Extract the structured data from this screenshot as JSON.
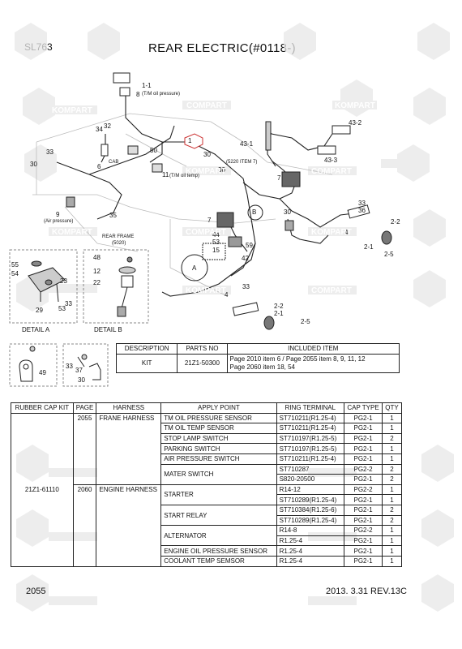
{
  "header": {
    "model": "SL763",
    "title": "REAR ELECTRIC(#0118-)"
  },
  "watermarks": {
    "a": "KOMPART",
    "b": "COMPART"
  },
  "diagram": {
    "callouts": {
      "c1_1": "1-1",
      "c1_1_note": "(T/M oil pressure)",
      "c8": "8",
      "c34": "34",
      "c32": "32",
      "c33a": "33",
      "c30a": "30",
      "c6": "6",
      "cab": "CAB",
      "c50": "50",
      "c1": "1",
      "c30b": "30",
      "c11": "11",
      "c11_note": "(T/M oil temp)",
      "c30c": "30",
      "c9": "9",
      "c9_note": "(Air pressure)",
      "c35": "35",
      "rear_frame": "REAR FRAME",
      "rear_frame_note": "(5020)",
      "c43_1": "43-1",
      "c43_2": "43-2",
      "c43_3": "43-3",
      "c5220": "(5220 ITEM 7)",
      "c7a": "7",
      "c7b": "7",
      "c33b": "33",
      "c36": "36",
      "c30d": "30",
      "c2_2a": "2-2",
      "c2_1a": "2-1",
      "c2_5a": "2-5",
      "c4a": "4",
      "c44": "44",
      "c53a": "53",
      "c15": "15",
      "b": "B",
      "c59": "59",
      "c42": "42",
      "a": "A",
      "c33c": "33",
      "c4b": "4",
      "c2_2b": "2-2",
      "c2_1b": "2-1",
      "c2_5b": "2-5",
      "c55": "55",
      "c54": "54",
      "c23": "23",
      "c29": "29",
      "c53b": "53",
      "c33d": "33",
      "detail_a": "DETAIL A",
      "c48": "48",
      "c12": "12",
      "c22": "22",
      "detail_b": "DETAIL B"
    },
    "small_parts": {
      "c49": "49",
      "c33": "33",
      "c37": "37",
      "c30": "30"
    }
  },
  "kit_table": {
    "headers": [
      "DESCRIPTION",
      "PARTS NO",
      "INCLUDED ITEM"
    ],
    "row": {
      "description": "KIT",
      "parts_no": "21Z1-50300",
      "included_1": "Page 2010 item 6 / Page 2055 item 8, 9, 11, 12",
      "included_2": "Page 2060 item 18, 54"
    }
  },
  "parts_table": {
    "headers": [
      "RUBBER CAP KIT",
      "PAGE",
      "HARNESS",
      "APPLY POINT",
      "RING TERMINAL",
      "CAP TYPE",
      "QTY"
    ],
    "kit": "21Z1-61110",
    "page_a": "2055",
    "harness_a": "FRANE HARNESS",
    "page_b": "2060",
    "harness_b": "ENGINE HARNESS",
    "rows": [
      {
        "apply": "TM OIL PRESSURE SENSOR",
        "ring": "ST710211(R1.25-4)",
        "cap": "PG2-1",
        "qty": "1"
      },
      {
        "apply": "TM OIL TEMP SENSOR",
        "ring": "ST710211(R1.25-4)",
        "cap": "PG2-1",
        "qty": "1"
      },
      {
        "apply": "STOP LAMP SWITCH",
        "ring": "ST710197(R1.25-5)",
        "cap": "PG2-1",
        "qty": "2"
      },
      {
        "apply": "PARKING SWITCH",
        "ring": "ST710197(R1.25-5)",
        "cap": "PG2-1",
        "qty": "1"
      },
      {
        "apply": "AIR PRESSURE SWITCH",
        "ring": "ST710211(R1.25-4)",
        "cap": "PG2-1",
        "qty": "1"
      },
      {
        "apply": "MATER SWITCH",
        "ring": "ST710287",
        "cap": "PG2-2",
        "qty": "2"
      },
      {
        "apply": "",
        "ring": "S820-20500",
        "cap": "PG2-1",
        "qty": "2"
      },
      {
        "apply": "STARTER",
        "ring": "R14-12",
        "cap": "PG2-2",
        "qty": "1"
      },
      {
        "apply": "",
        "ring": "ST710289(R1.25-4)",
        "cap": "PG2-1",
        "qty": "1"
      },
      {
        "apply": "START RELAY",
        "ring": "ST710384(R1.25-6)",
        "cap": "PG2-1",
        "qty": "2"
      },
      {
        "apply": "",
        "ring": "ST710289(R1.25-4)",
        "cap": "PG2-1",
        "qty": "2"
      },
      {
        "apply": "ALTERNATOR",
        "ring": "R14-8",
        "cap": "PG2-2",
        "qty": "1"
      },
      {
        "apply": "",
        "ring": "R1.25-4",
        "cap": "PG2-1",
        "qty": "1"
      },
      {
        "apply": "ENGINE OIL PRESSURE SENSOR",
        "ring": "R1.25-4",
        "cap": "PG2-1",
        "qty": "1"
      },
      {
        "apply": "COOLANT TEMP SEMSOR",
        "ring": "R1.25-4",
        "cap": "PG2-1",
        "qty": "1"
      }
    ]
  },
  "footer": {
    "page": "2055",
    "revision": "2013. 3.31  REV.13C"
  }
}
